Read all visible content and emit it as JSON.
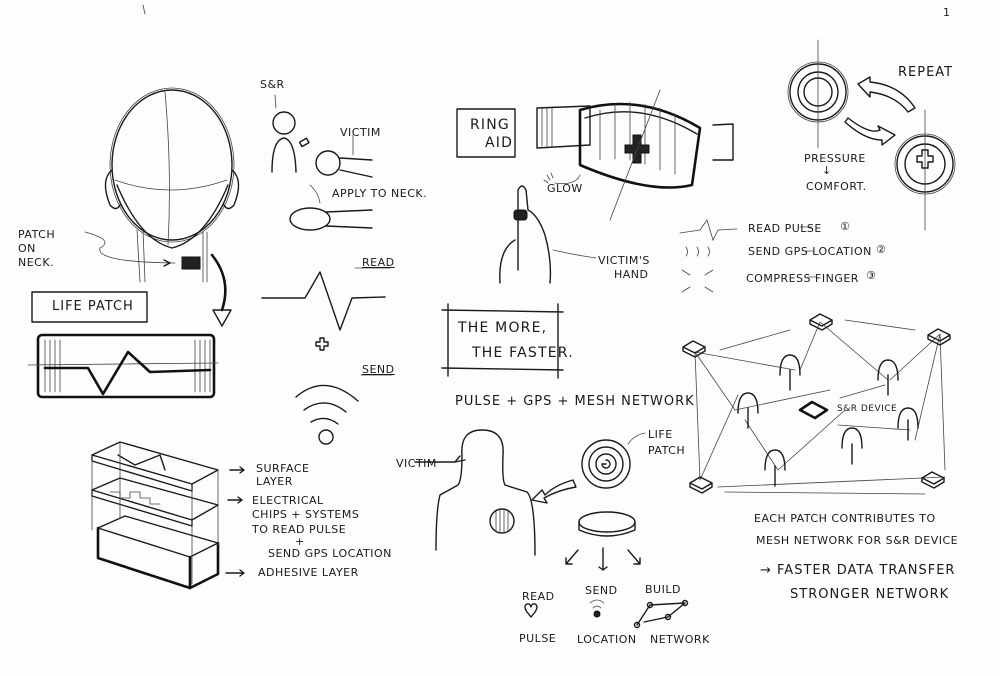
{
  "page": {
    "numbers": [
      "1"
    ]
  },
  "life_patch": {
    "title": "LIFE PATCH",
    "patch_on_neck": "PATCH ON NECK.",
    "sr": "S&R",
    "victim": "VICTIM",
    "apply": "APPLY TO NECK.",
    "read": "READ",
    "send": "SEND",
    "layers": {
      "surface": "SURFACE LAYER",
      "electrical_1": "ELECTRICAL",
      "electrical_2": "CHIPS + SYSTEMS",
      "electrical_3": "TO READ PULSE",
      "electrical_4": "+",
      "electrical_5": "SEND GPS LOCATION",
      "adhesive": "ADHESIVE LAYER"
    }
  },
  "ring_aid": {
    "title_1": "RING",
    "title_2": "AID",
    "glow": "GLOW",
    "victims_hand_1": "VICTIM'S",
    "victims_hand_2": "HAND",
    "functions": [
      {
        "label": "READ PULSE",
        "num": "①"
      },
      {
        "label": "SEND GPS LOCATION",
        "num": "②"
      },
      {
        "label": "COMPRESS FINGER",
        "num": "③"
      }
    ],
    "repeat": "REPEAT",
    "pressure": "PRESSURE",
    "arrow": "↓",
    "comfort": "COMFORT."
  },
  "center": {
    "slogan_1": "THE MORE,",
    "slogan_2": "THE FASTER.",
    "formula": "PULSE + GPS + MESH NETWORK",
    "victim": "VICTIM",
    "life_patch_1": "LIFE",
    "life_patch_2": "PATCH",
    "actions": [
      {
        "top": "READ",
        "bottom": "PULSE",
        "icon": "heart-icon"
      },
      {
        "top": "SEND",
        "bottom": "LOCATION",
        "icon": "signal-icon"
      },
      {
        "top": "BUILD",
        "bottom": "NETWORK",
        "icon": "network-icon"
      }
    ]
  },
  "mesh": {
    "device_label": "S&R DEVICE",
    "caption_1": "EACH PATCH CONTRIBUTES TO",
    "caption_2": "MESH NETWORK FOR S&R DEVICE",
    "benefit_1": "→ FASTER DATA TRANSFER",
    "benefit_2": "STRONGER NETWORK"
  }
}
